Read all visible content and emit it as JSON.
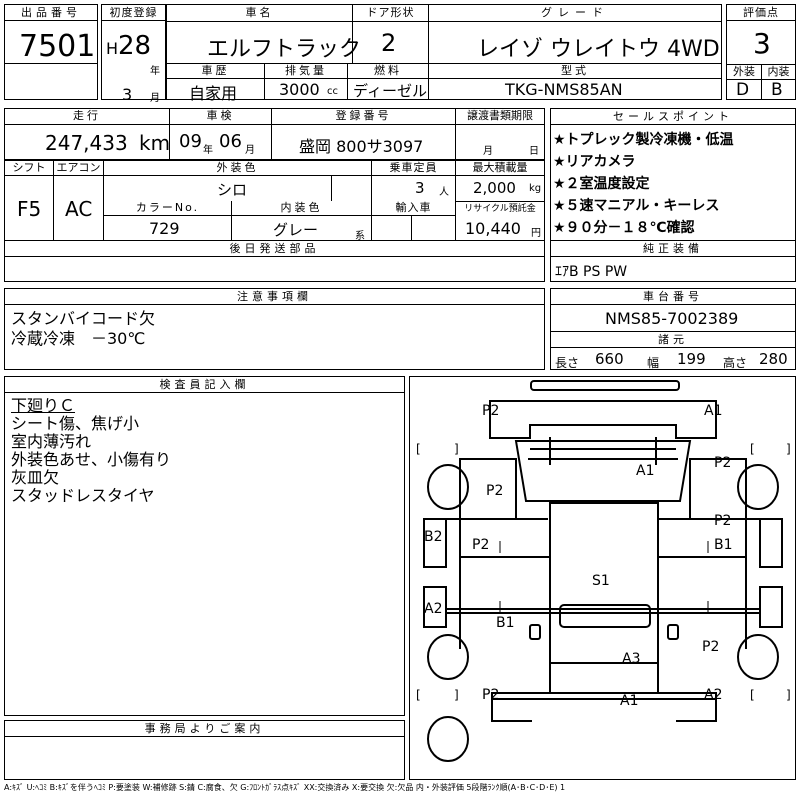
{
  "lot": {
    "label": "出品番号",
    "value": "7501"
  },
  "first_reg": {
    "label": "初度登録",
    "era": "H",
    "year": "28",
    "year_unit": "年",
    "month": "3",
    "month_unit": "月"
  },
  "car_name": {
    "label": "車名",
    "value": "エルフトラック"
  },
  "door": {
    "label": "ドア形状",
    "value": "2"
  },
  "grade": {
    "label": "グレード",
    "value": "レイゾ ウレイトウ  4WD"
  },
  "score": {
    "label": "評価点",
    "value": "3",
    "ext_label": "外装",
    "int_label": "内装",
    "ext_value": "D",
    "int_value": "B"
  },
  "history": {
    "label": "車歴",
    "value": "自家用"
  },
  "displacement": {
    "label": "排気量",
    "value": "3000",
    "unit": "cc"
  },
  "fuel": {
    "label": "燃料",
    "value": "ディーゼル"
  },
  "model_code": {
    "label": "型式",
    "value": "TKG-NMS85AN"
  },
  "mileage": {
    "label": "走行",
    "value": "247,433",
    "unit": "km"
  },
  "inspection": {
    "label": "車検",
    "year": "09",
    "year_unit": "年",
    "month": "06",
    "month_unit": "月"
  },
  "plate": {
    "label": "登録番号",
    "value": "盛岡 800サ3097"
  },
  "transfer": {
    "label": "譲渡書類期限",
    "month_unit": "月",
    "day_unit": "日"
  },
  "shift": {
    "label": "シフト",
    "value": "F5"
  },
  "aircon": {
    "label": "エアコン",
    "value": "AC"
  },
  "ext_color": {
    "label": "外装色",
    "value": "シロ"
  },
  "capacity": {
    "label": "乗車定員",
    "value": "3",
    "unit": "人"
  },
  "max_load": {
    "label": "最大積載量",
    "value": "2,000",
    "unit": "kg"
  },
  "color_no": {
    "label": "カラーNo.",
    "value": "729"
  },
  "int_color": {
    "label": "内装色",
    "value": "グレー",
    "suffix": "系"
  },
  "import": {
    "label": "輸入車"
  },
  "recycle": {
    "label": "リサイクル預託金",
    "value": "10,440",
    "unit": "円"
  },
  "sales_points": {
    "label": "セールスポイント",
    "items": [
      "★トプレック製冷凍機・低温",
      "★リアカメラ",
      "★２室温度設定",
      "★５速マニアル・キーレス",
      "★９０分－１８℃確認"
    ]
  },
  "later_parts": {
    "label": "後日発送部品"
  },
  "equipment": {
    "label": "純正装備",
    "value": "ｴｱB PS PW"
  },
  "notes": {
    "label": "注意事項欄",
    "lines": [
      "スタンバイコード欠",
      "冷蔵冷凍　－30℃"
    ]
  },
  "chassis": {
    "label": "車台番号",
    "value": "NMS85-7002389"
  },
  "dims": {
    "label": "諸元",
    "length_label": "長さ",
    "length": "660",
    "width_label": "幅",
    "width": "199",
    "height_label": "高さ",
    "height": "280"
  },
  "inspector": {
    "label": "検査員記入欄",
    "lines": [
      "下廻りＣ",
      "シート傷、焦げ小",
      "室内薄汚れ",
      "外装色あせ、小傷有り",
      "灰皿欠",
      "スタッドレスタイヤ"
    ]
  },
  "office": {
    "label": "事務局よりご案内"
  },
  "legend": "A:ｷｽﾞ U:ﾍｺﾐ B:ｷｽﾞを伴うﾍｺﾐ P:要塗装 W:補修跡 S:錆 C:腐食、欠 G:ﾌﾛﾝﾄｶﾞﾗｽ点ｷｽﾞ XX:交換済み X:要交換 欠:欠品 内・外装評価 5段階ﾗﾝｸ順(A･B･C･D･E) 1",
  "damage_marks": [
    {
      "id": "p2-top-left",
      "text": "P2"
    },
    {
      "id": "a1-top-right",
      "text": "A1"
    },
    {
      "id": "a1-roof",
      "text": "A1"
    },
    {
      "id": "p2-front-right",
      "text": "P2"
    },
    {
      "id": "p2-front-left",
      "text": "P2"
    },
    {
      "id": "p2-right-upper",
      "text": "P2"
    },
    {
      "id": "b2-left",
      "text": "B2"
    },
    {
      "id": "p2-door-left",
      "text": "P2"
    },
    {
      "id": "b1-right",
      "text": "B1"
    },
    {
      "id": "s1-center",
      "text": "S1"
    },
    {
      "id": "a2-left",
      "text": "A2"
    },
    {
      "id": "b1-lower",
      "text": "B1"
    },
    {
      "id": "a3-rear",
      "text": "A3"
    },
    {
      "id": "p2-rear-right",
      "text": "P2"
    },
    {
      "id": "p2-bottom-left",
      "text": "P2"
    },
    {
      "id": "a1-bottom",
      "text": "A1"
    },
    {
      "id": "a2-bottom-right",
      "text": "A2"
    }
  ]
}
